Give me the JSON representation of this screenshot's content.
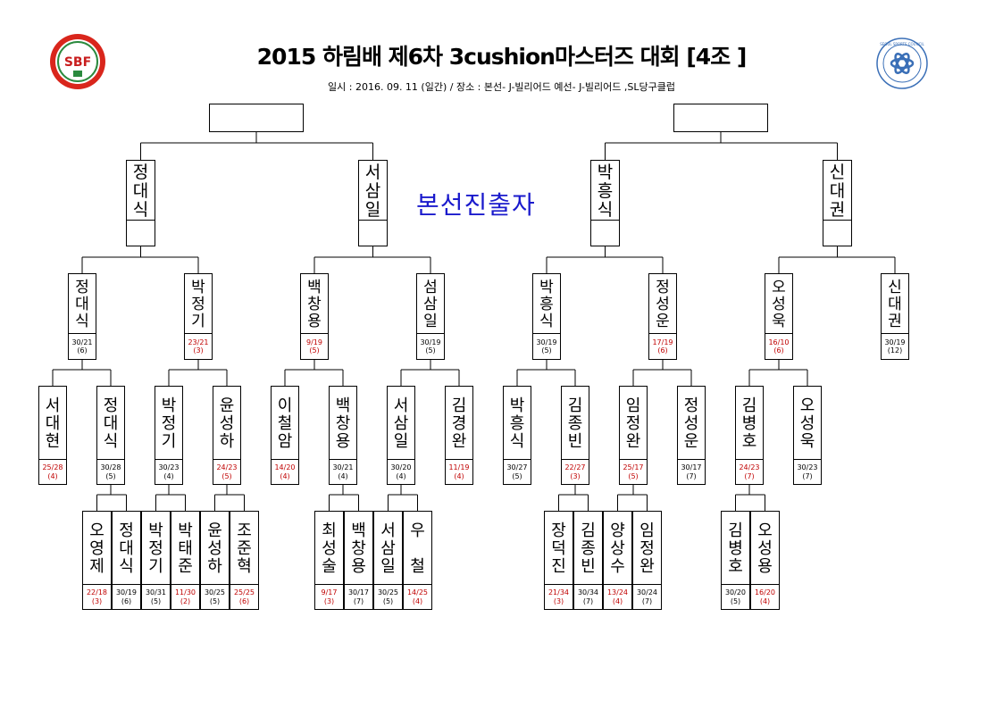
{
  "header": {
    "title": "2015 하림배 제6차 3cushion마스터즈 대회 [4조 ]",
    "subtitle": "일시 : 2016. 09. 11 (일간) / 장소 : 본선- J-빌리어드   예선- J-빌리어드 ,SL당구클럽",
    "logo_left_text": "SBF",
    "logo_right_text": "SEOUL SPORTS COUNCIL"
  },
  "advance_label": "본선진출자",
  "colors": {
    "loss": "#c00000",
    "advance_label": "#1a1acc",
    "line": "#000000"
  },
  "finals": [
    "",
    ""
  ],
  "advancers": [
    {
      "name": "정대식"
    },
    {
      "name": "서삼일"
    },
    {
      "name": "박흥식"
    },
    {
      "name": "신대권"
    }
  ],
  "round3": [
    {
      "name": "정대식",
      "score": "30/21",
      "inning": "(6)",
      "lost": false
    },
    {
      "name": "박정기",
      "score": "23/21",
      "inning": "(3)",
      "lost": true
    },
    {
      "name": "백창용",
      "score": "9/19",
      "inning": "(5)",
      "lost": true
    },
    {
      "name": "섬삼일",
      "score": "30/19",
      "inning": "(5)",
      "lost": false
    },
    {
      "name": "박흥식",
      "score": "30/19",
      "inning": "(5)",
      "lost": false
    },
    {
      "name": "정성운",
      "score": "17/19",
      "inning": "(6)",
      "lost": true
    },
    {
      "name": "오성욱",
      "score": "16/10",
      "inning": "(6)",
      "lost": true
    },
    {
      "name": "신대권",
      "score": "30/19",
      "inning": "(12)",
      "lost": false
    }
  ],
  "round2": [
    {
      "name": "서대현",
      "score": "25/28",
      "inning": "(4)",
      "lost": true
    },
    {
      "name": "정대식",
      "score": "30/28",
      "inning": "(5)",
      "lost": false
    },
    {
      "name": "박정기",
      "score": "30/23",
      "inning": "(4)",
      "lost": false
    },
    {
      "name": "윤성하",
      "score": "24/23",
      "inning": "(5)",
      "lost": true
    },
    {
      "name": "이철암",
      "score": "14/20",
      "inning": "(4)",
      "lost": true
    },
    {
      "name": "백창용",
      "score": "30/21",
      "inning": "(4)",
      "lost": false
    },
    {
      "name": "서삼일",
      "score": "30/20",
      "inning": "(4)",
      "lost": false
    },
    {
      "name": "김경완",
      "score": "11/19",
      "inning": "(4)",
      "lost": true
    },
    {
      "name": "박흥식",
      "score": "30/27",
      "inning": "(5)",
      "lost": false
    },
    {
      "name": "김종빈",
      "score": "22/27",
      "inning": "(3)",
      "lost": true
    },
    {
      "name": "임정완",
      "score": "25/17",
      "inning": "(5)",
      "lost": true
    },
    {
      "name": "정성운",
      "score": "30/17",
      "inning": "(7)",
      "lost": false
    },
    {
      "name": "김병호",
      "score": "24/23",
      "inning": "(7)",
      "lost": true
    },
    {
      "name": "오성욱",
      "score": "30/23",
      "inning": "(7)",
      "lost": false
    }
  ],
  "round1": [
    {
      "name": "오영제",
      "score": "22/18",
      "inning": "(3)",
      "lost": true
    },
    {
      "name": "정대식",
      "score": "30/19",
      "inning": "(6)",
      "lost": false
    },
    {
      "name": "박정기",
      "score": "30/31",
      "inning": "(5)",
      "lost": false
    },
    {
      "name": "박태준",
      "score": "11/30",
      "inning": "(2)",
      "lost": true
    },
    {
      "name": "윤성하",
      "score": "30/25",
      "inning": "(5)",
      "lost": false
    },
    {
      "name": "조준혁",
      "score": "25/25",
      "inning": "(6)",
      "lost": true
    },
    {
      "name": "최성술",
      "score": "9/17",
      "inning": "(3)",
      "lost": true
    },
    {
      "name": "백창용",
      "score": "30/17",
      "inning": "(7)",
      "lost": false
    },
    {
      "name": "서삼일",
      "score": "30/25",
      "inning": "(5)",
      "lost": false
    },
    {
      "name": "우 철",
      "score": "14/25",
      "inning": "(4)",
      "lost": true
    },
    {
      "name": "장덕진",
      "score": "21/34",
      "inning": "(3)",
      "lost": true
    },
    {
      "name": "김종빈",
      "score": "30/34",
      "inning": "(7)",
      "lost": false
    },
    {
      "name": "양상수",
      "score": "13/24",
      "inning": "(4)",
      "lost": true
    },
    {
      "name": "임정완",
      "score": "30/24",
      "inning": "(7)",
      "lost": false
    },
    {
      "name": "김병호",
      "score": "30/20",
      "inning": "(5)",
      "lost": false
    },
    {
      "name": "오성용",
      "score": "16/20",
      "inning": "(4)",
      "lost": true
    }
  ]
}
